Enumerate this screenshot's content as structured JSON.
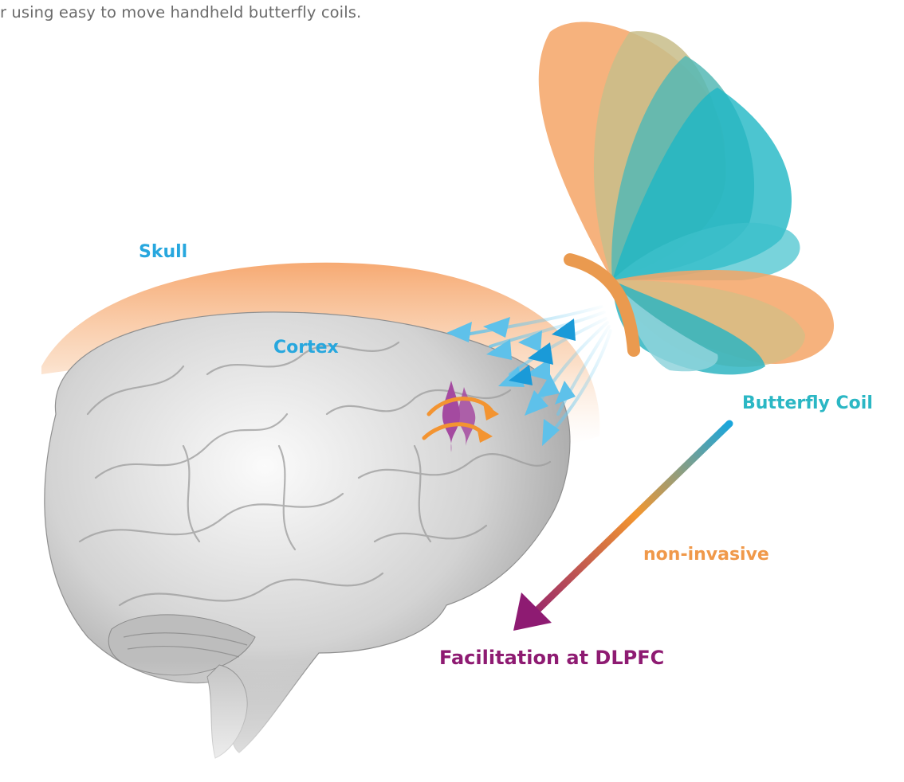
{
  "intro_text": "r using easy to move handheld butterfly coils.",
  "labels": {
    "skull": "Skull",
    "cortex": "Cortex",
    "coil": "Butterfly Coil",
    "non_invasive": "non-invasive",
    "facilitation": "Facilitation at DLPFC"
  },
  "colors": {
    "skull_label": "#27a7de",
    "coil_label": "#2bb7c4",
    "non_invasive_label": "#f0994a",
    "facilitation_label": "#8e1b72",
    "skull_fill": "#f6a56b",
    "coil_orange": "#f5a466",
    "coil_teal": "#1fb7c4",
    "field_arrows": "#5ec1ea",
    "current_arrows": "#f39431",
    "neuron": "#a44aa0"
  },
  "icons": [
    "brain-illustration",
    "butterfly-coil-icon",
    "field-arrow-icon",
    "current-arrow-icon",
    "neuron-icon",
    "direction-arrow-icon"
  ]
}
